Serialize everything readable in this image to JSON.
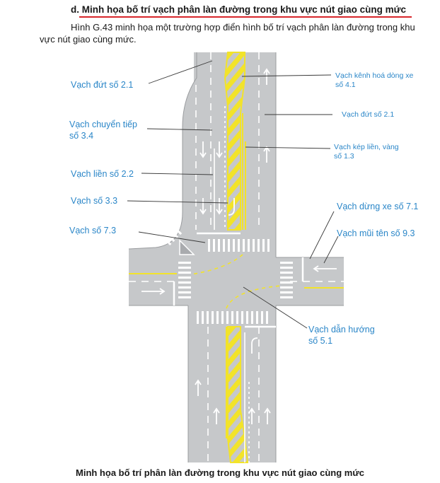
{
  "heading": {
    "prefix": "d.",
    "title": "Minh họa bố trí vạch phân làn đường trong khu vực nút giao cùng mức"
  },
  "paragraph": "Hình G.43 minh họa một trường hợp điển hình bố trí vạch phân làn đường trong khu vực nút giao cùng mức.",
  "labels": {
    "vach_dut_21_left": "Vạch đứt số 2.1",
    "vach_chuyen_tiep_line1": "Vạch chuyển tiếp",
    "vach_chuyen_tiep_line2": "số 3.4",
    "vach_lien_22": "Vạch liền số 2.2",
    "vach_33": "Vạch số 3.3",
    "vach_73": "Vạch số 7.3",
    "vach_kenh_hoa_line1": "Vạch kênh hoá dòng xe",
    "vach_kenh_hoa_line2": "số 4.1",
    "vach_dut_21_right": "Vạch đứt số 2.1",
    "vach_kep_line1": "Vạch kép liền, vàng",
    "vach_kep_line2": "số 1.3",
    "vach_dung_xe": "Vạch dừng xe số 7.1",
    "vach_mui_ten": "Vạch mũi tên số 9.3",
    "vach_dan_huong_line1": "Vạch dẫn hướng",
    "vach_dan_huong_line2": "số 5.1"
  },
  "caption": "Minh họa bố trí phân làn đường trong khu vực nút giao cùng mức",
  "colors": {
    "road": "#c6c8ca",
    "marking_white": "#ffffff",
    "marking_yellow": "#f2e32a",
    "label_blue": "#2a86c8",
    "heading_rule": "#d8262b"
  }
}
